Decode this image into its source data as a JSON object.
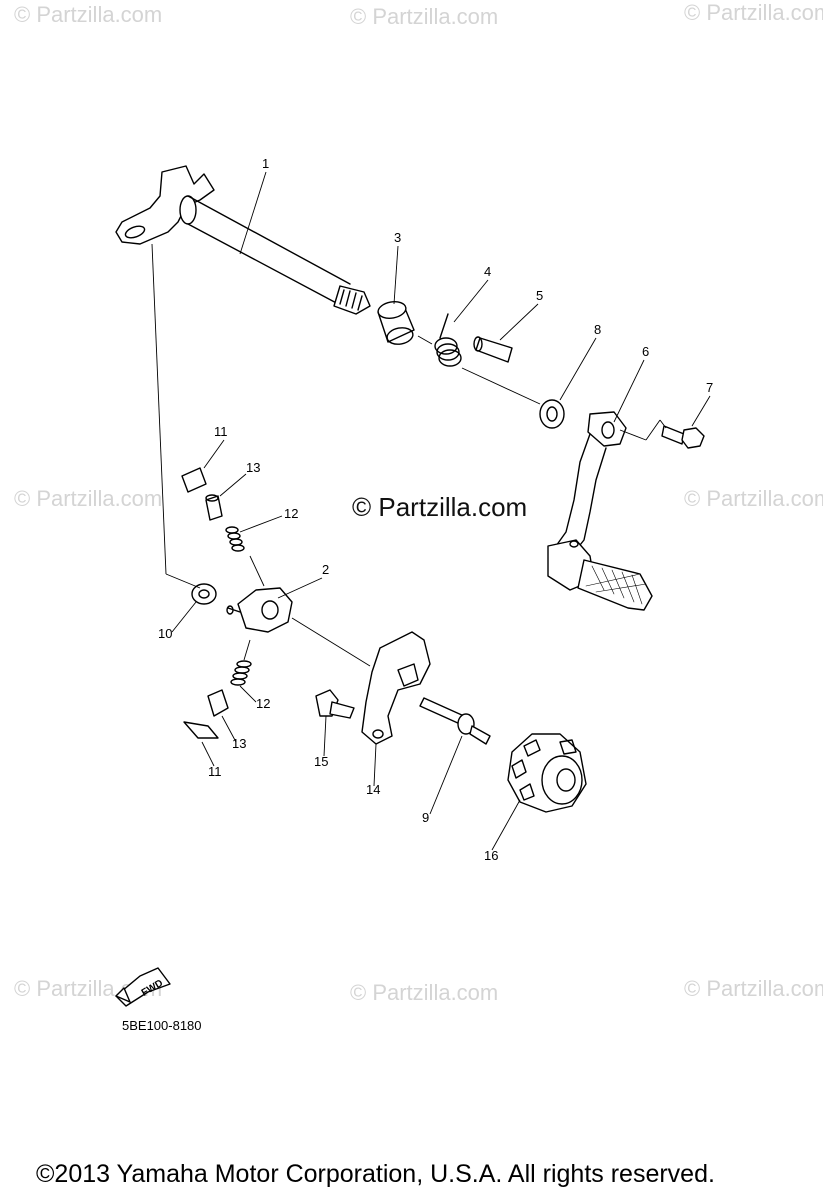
{
  "watermarks": {
    "small": "© Partzilla.com",
    "center": "© Partzilla.com"
  },
  "part_labels": {
    "p1": "1",
    "p2": "2",
    "p3": "3",
    "p4": "4",
    "p5": "5",
    "p6": "6",
    "p7": "7",
    "p8": "8",
    "p9": "9",
    "p10": "10",
    "p11a": "11",
    "p11b": "11",
    "p12a": "12",
    "p12b": "12",
    "p13a": "13",
    "p13b": "13",
    "p14": "14",
    "p15": "15",
    "p16": "16"
  },
  "fwd_arrow_label": "FWD",
  "diagram_code": "5BE100-8180",
  "copyright": "©2013  Yamaha Motor Corporation, U.S.A. All rights reserved."
}
